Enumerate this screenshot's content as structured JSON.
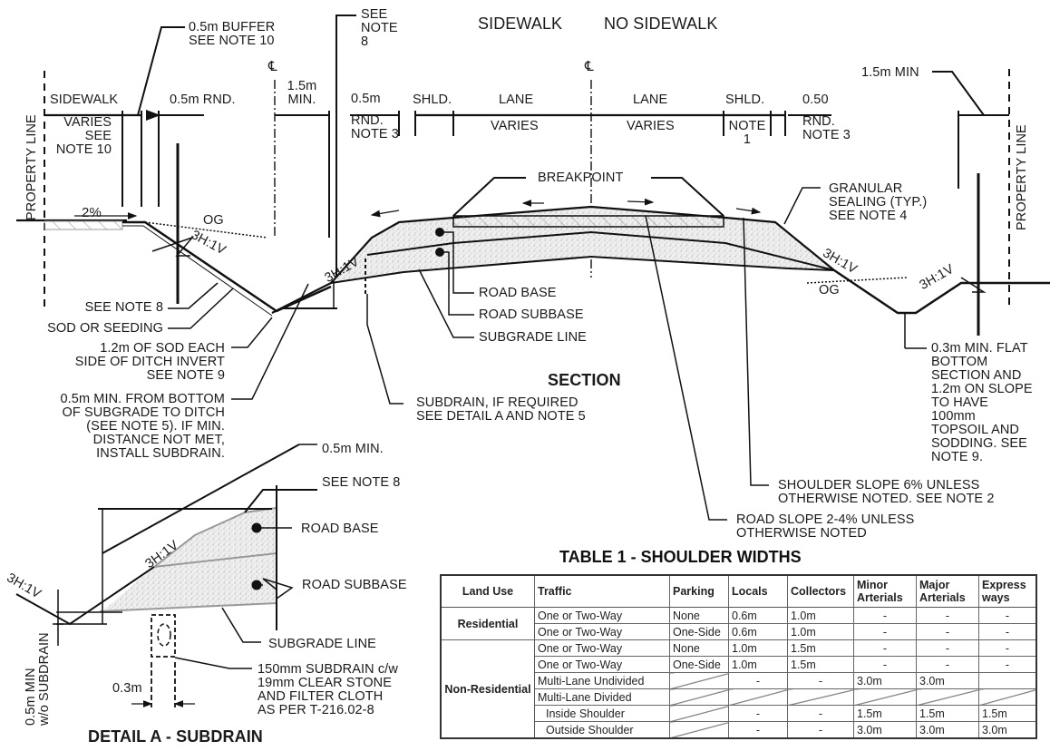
{
  "header": {
    "sidewalk": "SIDEWALK",
    "no_sidewalk": "NO SIDEWALK",
    "centerline": "℄"
  },
  "left_side": {
    "property_line": "PROPERTY LINE",
    "sidewalk": "SIDEWALK",
    "varies_note": [
      "VARIES",
      "SEE",
      "NOTE 10"
    ],
    "buffer": [
      "0.5m BUFFER",
      "SEE NOTE 10"
    ],
    "rounding": "0.5m RND.",
    "min_dim": [
      "1.5m",
      "MIN."
    ],
    "see_note_8_top": [
      "SEE",
      "NOTE",
      "8"
    ],
    "grade": "2%",
    "og": "OG",
    "slope_1": "3H:1V",
    "slope_2": "3H:1V"
  },
  "center": {
    "rnd_left": [
      "0.5m",
      "RND.",
      "NOTE 3"
    ],
    "shld_left": "SHLD.",
    "lane_left": "LANE",
    "varies_left": "VARIES",
    "lane_right": "LANE",
    "varies_right": "VARIES",
    "shld_right": "SHLD.",
    "shld_note": [
      "NOTE",
      "1"
    ],
    "rnd_right": [
      "0.50",
      "RND.",
      "NOTE 3"
    ],
    "breakpoint": "BREAKPOINT",
    "road_base": "ROAD BASE",
    "road_subbase": "ROAD SUBBASE",
    "subgrade_line": "SUBGRADE LINE",
    "section_title": "SECTION",
    "subdrain_note": [
      "SUBDRAIN, IF REQUIRED",
      "SEE DETAIL A AND NOTE 5"
    ]
  },
  "right_side": {
    "min_dim": "1.5m MIN",
    "property_line": "PROPERTY LINE",
    "granular": [
      "GRANULAR",
      "SEALING (TYP.)",
      "SEE NOTE 4"
    ],
    "slope_1": "3H:1V",
    "slope_2": "3H:1V",
    "og": "OG",
    "flat_bottom_note": [
      "0.3m MIN. FLAT",
      "BOTTOM",
      "SECTION AND",
      "1.2m ON SLOPE",
      "TO HAVE",
      "100mm",
      "TOPSOIL AND",
      "SODDING. SEE",
      "NOTE 9."
    ],
    "shoulder_slope_note": [
      "SHOULDER SLOPE 6% UNLESS",
      "OTHERWISE NOTED. SEE NOTE 2"
    ],
    "road_slope_note": [
      "ROAD SLOPE 2-4% UNLESS",
      "OTHERWISE NOTED"
    ]
  },
  "left_notes": {
    "see_note_8": "SEE NOTE 8",
    "sod_seeding": "SOD OR SEEDING",
    "sod_each_side": [
      "1.2m OF SOD EACH",
      "SIDE OF DITCH INVERT",
      "SEE NOTE 9"
    ],
    "min_from_bottom": [
      "0.5m MIN. FROM BOTTOM",
      "OF SUBGRADE TO DITCH",
      "(SEE NOTE 5). IF MIN.",
      "DISTANCE NOT MET,",
      "INSTALL SUBDRAIN."
    ]
  },
  "detail_a": {
    "title": "DETAIL A - SUBDRAIN",
    "min": "0.5m MIN.",
    "see_note_8": "SEE NOTE 8",
    "road_base": "ROAD BASE",
    "road_subbase": "ROAD SUBBASE",
    "subgrade_line": "SUBGRADE LINE",
    "slope_upper": "3H:1V",
    "slope_lower": "3H:1V",
    "min_wo_subdrain": [
      "0.5m MIN",
      "w/o SUBDRAIN"
    ],
    "width": "0.3m",
    "subdrain_spec": [
      "150mm SUBDRAIN c/w",
      "19mm CLEAR STONE",
      "AND FILTER CLOTH",
      "AS PER T-216.02-8"
    ]
  },
  "table": {
    "title": "TABLE 1 - SHOULDER WIDTHS",
    "headers": [
      "Land Use",
      "Traffic",
      "Parking",
      "Locals",
      "Collectors",
      "Minor Arterials",
      "Major Arterials",
      "Express ways"
    ],
    "groups": [
      {
        "land_use": "Residential",
        "rows": [
          {
            "traffic": "One or Two-Way",
            "parking": "None",
            "locals": "0.6m",
            "collectors": "1.0m",
            "minor": "-",
            "major": "-",
            "express": "-"
          },
          {
            "traffic": "One or Two-Way",
            "parking": "One-Side",
            "locals": "0.6m",
            "collectors": "1.0m",
            "minor": "-",
            "major": "-",
            "express": "-"
          }
        ]
      },
      {
        "land_use": "Non-Residential",
        "rows": [
          {
            "traffic": "One or Two-Way",
            "parking": "None",
            "locals": "1.0m",
            "collectors": "1.5m",
            "minor": "-",
            "major": "-",
            "express": "-"
          },
          {
            "traffic": "One or Two-Way",
            "parking": "One-Side",
            "locals": "1.0m",
            "collectors": "1.5m",
            "minor": "-",
            "major": "-",
            "express": "-"
          },
          {
            "traffic": "Multi-Lane Undivided",
            "parking": "",
            "locals": "-",
            "collectors": "-",
            "minor": "3.0m",
            "major": "3.0m",
            "express": ""
          },
          {
            "traffic": "Multi-Lane Divided",
            "parking": "",
            "locals": "",
            "collectors": "",
            "minor": "",
            "major": "",
            "express": ""
          },
          {
            "traffic": "Inside Shoulder",
            "parking": "",
            "locals": "-",
            "collectors": "-",
            "minor": "1.5m",
            "major": "1.5m",
            "express": "1.5m"
          },
          {
            "traffic": "Outside Shoulder",
            "parking": "",
            "locals": "-",
            "collectors": "-",
            "minor": "3.0m",
            "major": "3.0m",
            "express": "3.0m"
          }
        ]
      }
    ]
  },
  "colors": {
    "line": "#111111",
    "fill_stipple": "#e6e6e6",
    "hatch": "#999999"
  }
}
